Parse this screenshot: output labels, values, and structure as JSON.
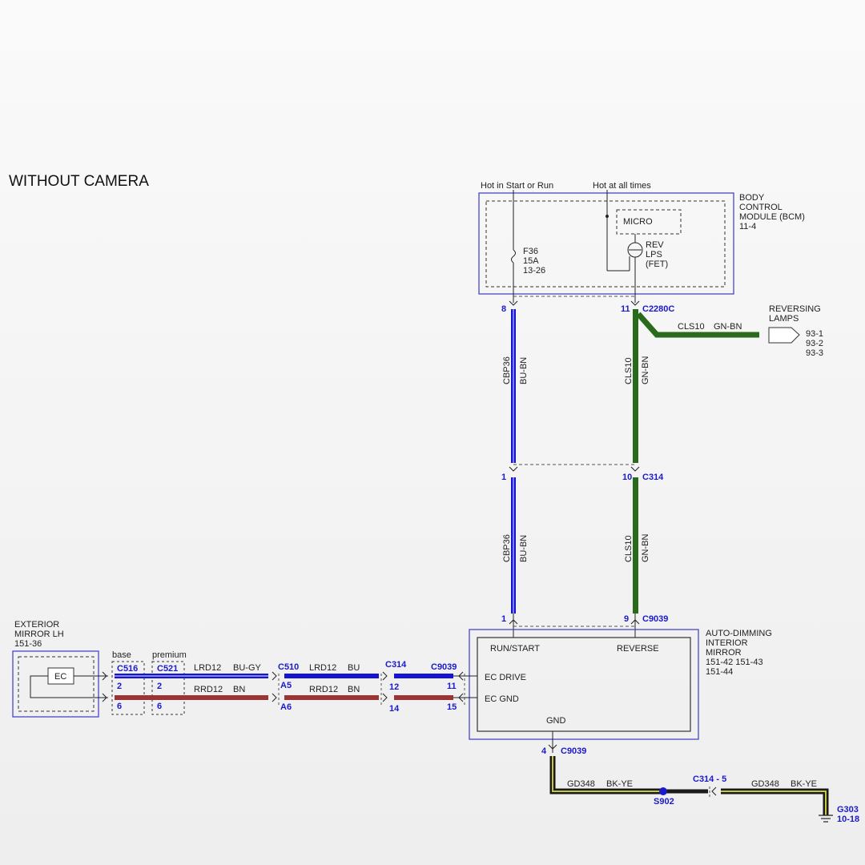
{
  "title": "WITHOUT CAMERA",
  "colors": {
    "blue_wire": "#1414d2",
    "brown_wire": "#9a3535",
    "green_wire": "#2a6a1c",
    "ground_wire_fill": "#c6c640",
    "module_border": "#4848c8",
    "pin_text": "#1a1acc"
  },
  "bcm": {
    "lines": [
      "BODY",
      "CONTROL",
      "MODULE (BCM)",
      "11-4"
    ],
    "hot_start_run": "Hot in Start or Run",
    "hot_all_times": "Hot at all times",
    "fuse": [
      "F36",
      "15A",
      "13-26"
    ],
    "micro": "MICRO",
    "rev_lps": [
      "REV",
      "LPS",
      "(FET)"
    ],
    "pin_left": "8",
    "pin_right": "11",
    "connector": "C2280C"
  },
  "reversing_lamps": {
    "lines": [
      "REVERSING",
      "LAMPS"
    ],
    "refs": [
      "93-1",
      "93-2",
      "93-3"
    ],
    "circuit": "CLS10",
    "color": "GN-BN"
  },
  "wires": {
    "left_circuit": "CBP36",
    "left_color": "BU-BN",
    "right_circuit": "CLS10",
    "right_color": "GN-BN"
  },
  "c314_mid": {
    "pin_left": "1",
    "pin_right": "10",
    "name": "C314"
  },
  "c9039_top": {
    "pin_left": "1",
    "pin_right": "9",
    "name": "C9039"
  },
  "mirror": {
    "lines": [
      "AUTO-DIMMING",
      "INTERIOR",
      "MIRROR"
    ],
    "refs_line1": "151-42   151-43",
    "refs_line2": "151-44",
    "run_start": "RUN/START",
    "reverse": "REVERSE",
    "ec_drive": "EC DRIVE",
    "ec_gnd": "EC GND",
    "gnd": "GND"
  },
  "ext_mirror": {
    "lines": [
      "EXTERIOR",
      "MIRROR LH",
      "151-36"
    ],
    "ec": "EC"
  },
  "horizontal": {
    "base": "base",
    "premium": "premium",
    "c516": "C516",
    "c521": "C521",
    "c510": "C510",
    "c314": "C314",
    "c9039": "C9039",
    "pin2a": "2",
    "pin2b": "2",
    "pin6a": "6",
    "pin6b": "6",
    "a5": "A5",
    "a6": "A6",
    "pin12": "12",
    "pin14": "14",
    "pin11": "11",
    "pin15": "15",
    "top_c1": "LRD12",
    "top_col1": "BU-GY",
    "top_c2": "LRD12",
    "top_col2": "BU",
    "bot_c1": "RRD12",
    "bot_col1": "BN",
    "bot_c2": "RRD12",
    "bot_col2": "BN"
  },
  "ground": {
    "pin": "4",
    "connector": "C9039",
    "circuit1": "GD348",
    "color1": "BK-YE",
    "splice": "S902",
    "c314": "C314 -  5",
    "circuit2": "GD348",
    "color2": "BK-YE",
    "g303": "G303",
    "g303_ref": "10-18"
  }
}
